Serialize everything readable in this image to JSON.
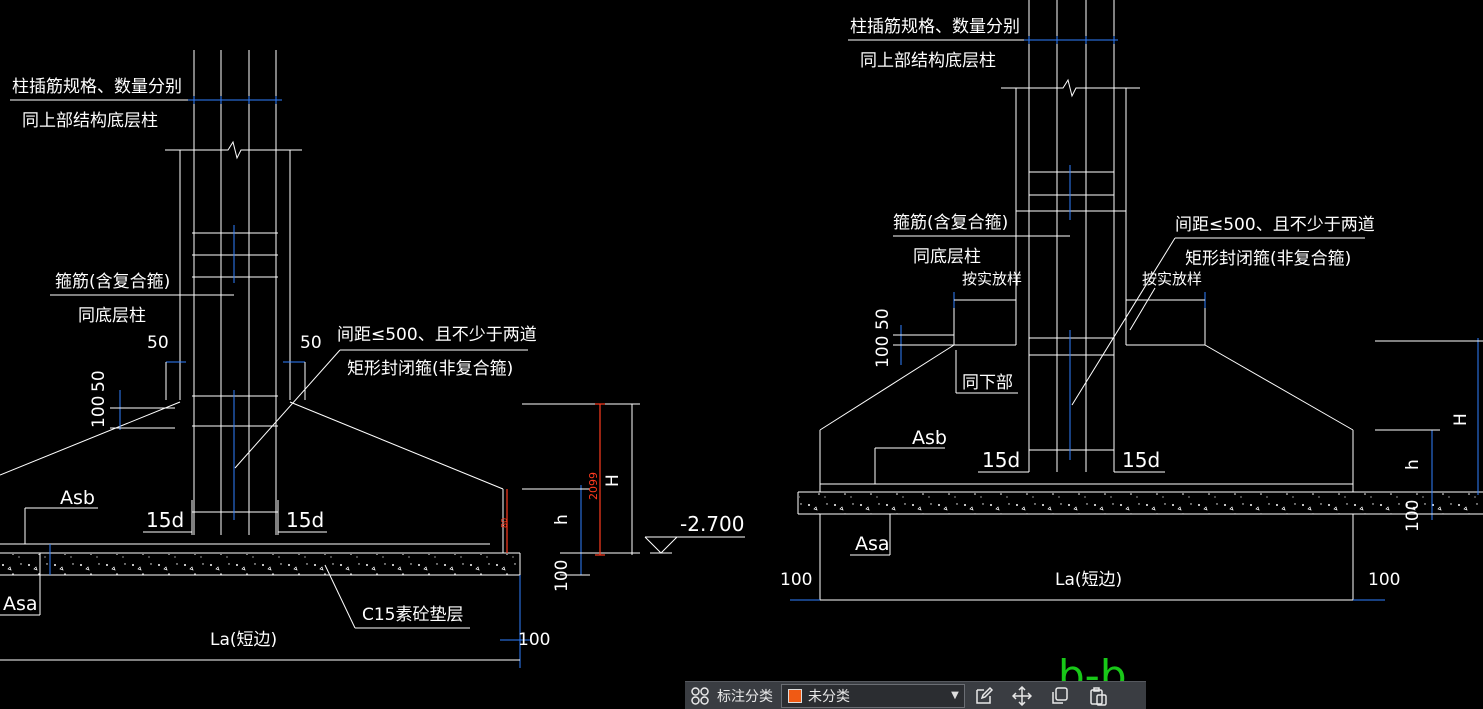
{
  "colors": {
    "background": "#000000",
    "linework": "#ffffff",
    "dimension": "#2f7fff",
    "highlight": "#ff3b1f",
    "section_label": "#18c818",
    "category_swatch": "#f05a14"
  },
  "left_detail": {
    "note_dowels_line1": "柱插筋规格、数量分别",
    "note_dowels_line2": "同上部结构底层柱",
    "note_stirrup_line1": "箍筋(含复合箍)",
    "note_stirrup_line2": "同底层柱",
    "note_spacing_line1": "间距≤500、且不少于两道",
    "note_spacing_line2": "矩形封闭箍(非复合箍)",
    "dim_50_left": "50",
    "dim_50_right": "50",
    "dim_50_vertical": "50",
    "dim_100_vertical": "100",
    "anchor_left": "15d",
    "anchor_right": "15d",
    "label_asb": "Asb",
    "label_asa": "Asa",
    "label_pad": "C15素砼垫层",
    "label_la": "La(短边)",
    "dim_100_bottom": "100",
    "dim_100_bottom_vertical": "100",
    "label_h_small": "h",
    "label_h_big": "H",
    "dim_red_2099": "2099",
    "dim_red_small": "80",
    "elevation": "-2.700"
  },
  "right_detail": {
    "note_dowels_line1": "柱插筋规格、数量分别",
    "note_dowels_line2": "同上部结构底层柱",
    "note_stirrup_line1": "箍筋(含复合箍)",
    "note_stirrup_line2": "同底层柱",
    "note_spacing_line1": "间距≤500、且不少于两道",
    "note_spacing_line2": "矩形封闭箍(非复合箍)",
    "note_asbuilt_left": "按实放样",
    "note_asbuilt_right": "按实放样",
    "note_same_lower": "同下部",
    "dim_50_vertical": "50",
    "dim_100_vertical": "100",
    "anchor_left": "15d",
    "anchor_right": "15d",
    "label_asb": "Asb",
    "label_asa": "Asa",
    "label_la": "La(短边)",
    "dim_100_left": "100",
    "dim_100_right": "100",
    "dim_100_vertical_right": "100",
    "label_h_small": "h",
    "label_h_big": "H",
    "section_label": "b-b"
  },
  "toolbar": {
    "category_label": "标注分类",
    "category_value": "未分类",
    "icons": [
      "grid-icon",
      "edit-icon",
      "move-icon",
      "copy-icon",
      "paste-icon"
    ]
  }
}
